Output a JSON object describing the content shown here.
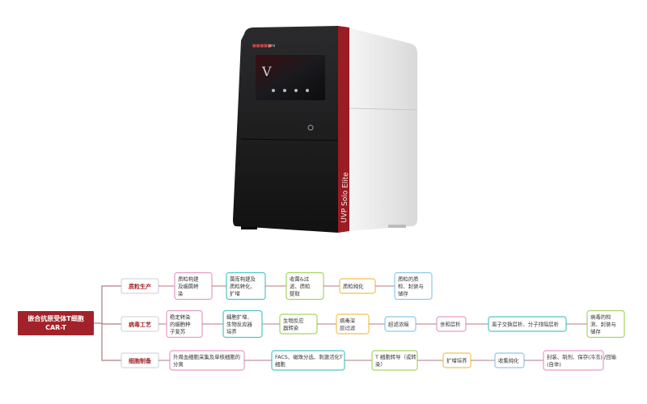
{
  "device": {
    "brand": "pro",
    "model": "UVP Solo Elite",
    "screen_text": "V",
    "colors": {
      "accent": "#9b1c24",
      "body": "#e9e9e9",
      "front": "#1c1c1e"
    }
  },
  "mindmap": {
    "root": {
      "title": "嵌合抗原受体T细胞",
      "subtitle": "CAR-T"
    },
    "colors": {
      "root_bg": "#a3222a",
      "branch_line": "#b47a80",
      "category_border": "#c8cfd8",
      "category_text": "#a3222a",
      "text": "#333333",
      "palette": [
        "#e79ac9",
        "#4ec6c6",
        "#a6d55e",
        "#f1c24f",
        "#8ec8ea"
      ]
    },
    "branches": [
      {
        "label": "质粒生产",
        "steps": [
          {
            "lines": [
              "质粒构建",
              "及细菌转",
              "染"
            ]
          },
          {
            "lines": [
              "菌库构建及",
              "质粒转化、",
              "扩增"
            ]
          },
          {
            "lines": [
              "收菌&过",
              "滤、质粒",
              "提取"
            ]
          },
          {
            "lines": [
              "质粒纯化"
            ]
          },
          {
            "lines": [
              "质粒的质",
              "检、封装与",
              "储存"
            ]
          }
        ]
      },
      {
        "label": "病毒工艺",
        "steps": [
          {
            "lines": [
              "稳定转染",
              "的细胞种",
              "子复苏"
            ]
          },
          {
            "lines": [
              "细胞扩增、",
              "生物反应器",
              "培养"
            ]
          },
          {
            "lines": [
              "生物反应",
              "器转染"
            ]
          },
          {
            "lines": [
              "病毒深",
              "层过滤"
            ]
          },
          {
            "lines": [
              "超滤浓缩"
            ]
          },
          {
            "lines": [
              "亲和层析"
            ]
          },
          {
            "lines": [
              "离子交换层析、分子排阻层析"
            ]
          },
          {
            "lines": [
              "病毒的检",
              "测、封装与",
              "储存"
            ]
          }
        ]
      },
      {
        "label": "细胞制备",
        "steps": [
          {
            "lines": [
              "外周血细胞采集及单核细胞的",
              "分离"
            ]
          },
          {
            "lines": [
              "FACS、磁珠分选、刺激活化T",
              "细胞"
            ]
          },
          {
            "lines": [
              "T 细胞转导（或转",
              "染）"
            ]
          },
          {
            "lines": [
              "扩增培养"
            ]
          },
          {
            "lines": [
              "收集纯化"
            ]
          },
          {
            "lines": [
              "封装、制剂、保存(冷冻) /回输",
              "(自体)"
            ]
          }
        ]
      }
    ]
  }
}
